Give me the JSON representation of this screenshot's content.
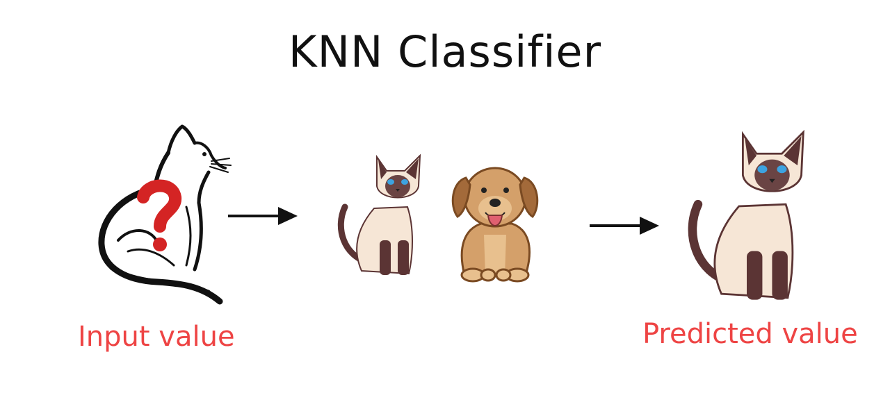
{
  "title": "KNN Classifier",
  "input_label": "Input value",
  "predicted_label": "Predicted value",
  "colors": {
    "label_red": "#ee4444",
    "cat_cream": "#f6e6d6",
    "cat_brown": "#5b3434",
    "cat_eye": "#3da3e0",
    "dog_tan": "#d4a06a",
    "dog_dark": "#a36a3a",
    "question_red": "#d42424"
  },
  "icons": [
    "cat-outline-question-icon",
    "arrow-right-icon",
    "siamese-cat-icon",
    "puppy-icon",
    "arrow-right-icon",
    "siamese-cat-icon"
  ]
}
